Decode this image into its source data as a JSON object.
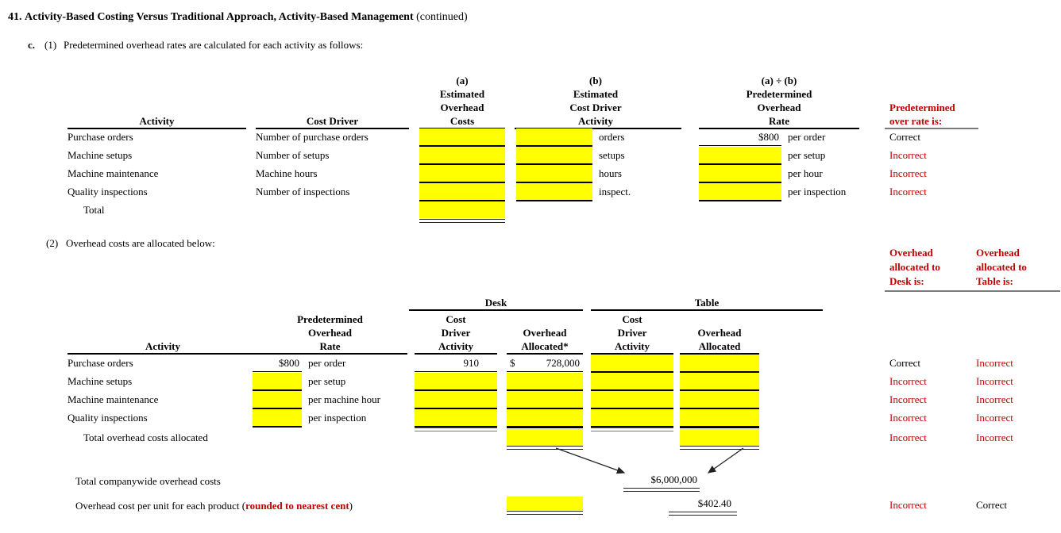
{
  "title": {
    "number": "41.",
    "text": "Activity-Based Costing Versus Traditional Approach, Activity-Based Management",
    "suffix": " (continued)"
  },
  "sections": {
    "part_label": "c.",
    "s1_label": "(1)",
    "s1_text": "Predetermined overhead rates are calculated for each activity as follows:",
    "s2_label": "(2)",
    "s2_text": "Overhead costs are allocated below:"
  },
  "colors": {
    "accent_red": "#C00000",
    "input_yellow": "#FFFF00"
  },
  "table1": {
    "col_activity": "Activity",
    "col_cost_driver": "Cost Driver",
    "col_a": [
      "(a)",
      "Estimated",
      "Overhead",
      "Costs"
    ],
    "col_b": [
      "(b)",
      "Estimated",
      "Cost Driver",
      "Activity"
    ],
    "col_rate": [
      "(a) ÷ (b)",
      "Predetermined",
      "Overhead",
      "Rate"
    ],
    "col_status": [
      "Predetermined",
      "over rate is:"
    ],
    "rows": [
      {
        "activity": "Purchase orders",
        "cost_driver": "Number of purchase orders",
        "b_unit": "orders",
        "rate_value": "$800",
        "rate_unit": "per order",
        "status": "Correct"
      },
      {
        "activity": "Machine setups",
        "cost_driver": "Number of setups",
        "b_unit": "setups",
        "rate_value": "",
        "rate_unit": "per setup",
        "status": "Incorrect"
      },
      {
        "activity": "Machine maintenance",
        "cost_driver": "Machine hours",
        "b_unit": "hours",
        "rate_value": "",
        "rate_unit": "per hour",
        "status": "Incorrect"
      },
      {
        "activity": "Quality inspections",
        "cost_driver": "Number of inspections",
        "b_unit": "inspect.",
        "rate_value": "",
        "rate_unit": "per inspection",
        "status": "Incorrect"
      }
    ],
    "total_label": "Total"
  },
  "table2": {
    "group_desk": "Desk",
    "group_table": "Table",
    "col_activity": "Activity",
    "col_rate": [
      "Predetermined",
      "Overhead",
      "Rate"
    ],
    "col_cda": [
      "Cost",
      "Driver",
      "Activity"
    ],
    "col_oa_desk": [
      "Overhead",
      "Allocated*"
    ],
    "col_oa_table": [
      "Overhead",
      "Allocated"
    ],
    "col_status_desk": [
      "Overhead",
      "allocated to",
      "Desk is:"
    ],
    "col_status_table": [
      "Overhead",
      "allocated to",
      "Table is:"
    ],
    "rows": [
      {
        "activity": "Purchase orders",
        "rate_value": "$800",
        "rate_unit": "per order",
        "desk_cda": "910",
        "desk_oa_currency": "$",
        "desk_oa_value": "728,000",
        "desk_status": "Correct",
        "table_status": "Incorrect"
      },
      {
        "activity": "Machine setups",
        "rate_value": "",
        "rate_unit": "per setup",
        "desk_cda": "",
        "desk_oa_currency": "",
        "desk_oa_value": "",
        "desk_status": "Incorrect",
        "table_status": "Incorrect"
      },
      {
        "activity": "Machine maintenance",
        "rate_value": "",
        "rate_unit": "per machine hour",
        "desk_cda": "",
        "desk_oa_currency": "",
        "desk_oa_value": "",
        "desk_status": "Incorrect",
        "table_status": "Incorrect"
      },
      {
        "activity": "Quality inspections",
        "rate_value": "",
        "rate_unit": "per inspection",
        "desk_cda": "",
        "desk_oa_currency": "",
        "desk_oa_value": "",
        "desk_status": "Incorrect",
        "table_status": "Incorrect"
      }
    ],
    "total_row": {
      "label": "Total overhead costs allocated",
      "desk_status": "Incorrect",
      "table_status": "Incorrect"
    },
    "companywide_row": {
      "label": "Total companywide overhead costs",
      "value": "$6,000,000"
    },
    "per_unit_row": {
      "label_prefix": "Overhead cost per unit for each product (",
      "label_red": "rounded to nearest cent",
      "label_suffix": ")",
      "table_value": "$402.40",
      "desk_status": "Incorrect",
      "table_status": "Correct"
    }
  }
}
